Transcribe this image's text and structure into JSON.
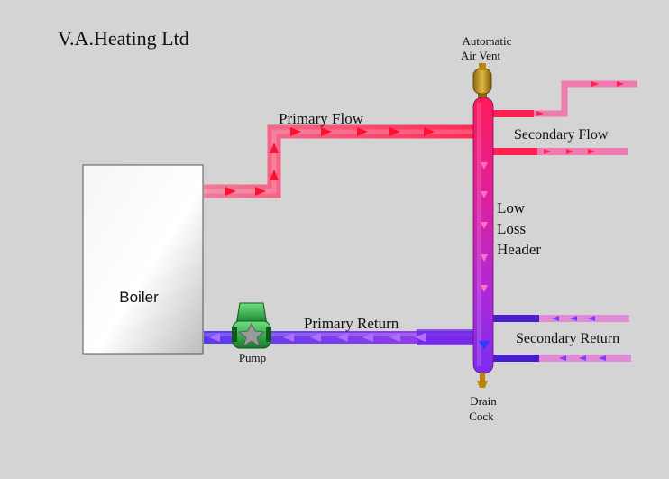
{
  "company": "V.A.Heating Ltd",
  "labels": {
    "boiler": "Boiler",
    "pump": "Pump",
    "primary_flow": "Primary Flow",
    "primary_return": "Primary Return",
    "vent_line1": "Automatic",
    "vent_line2": "Air Vent",
    "secondary_flow": "Secondary Flow",
    "secondary_return": "Secondary Return",
    "header_line1": "Low",
    "header_line2": "Loss",
    "header_line3": "Header",
    "drain_line1": "Drain",
    "drain_line2": "Cock"
  },
  "colors": {
    "background": "#d4d4d4",
    "hot": "#ff2050",
    "hot_light": "#f07aa0",
    "cold": "#8a3cf0",
    "cold_deep": "#5a28d8",
    "header_top": "#ff1a5a",
    "header_bottom": "#7a2cf0",
    "pump": "#1f9e3a",
    "vent": "#b8860b",
    "boiler_face": "#f4f4f4"
  }
}
